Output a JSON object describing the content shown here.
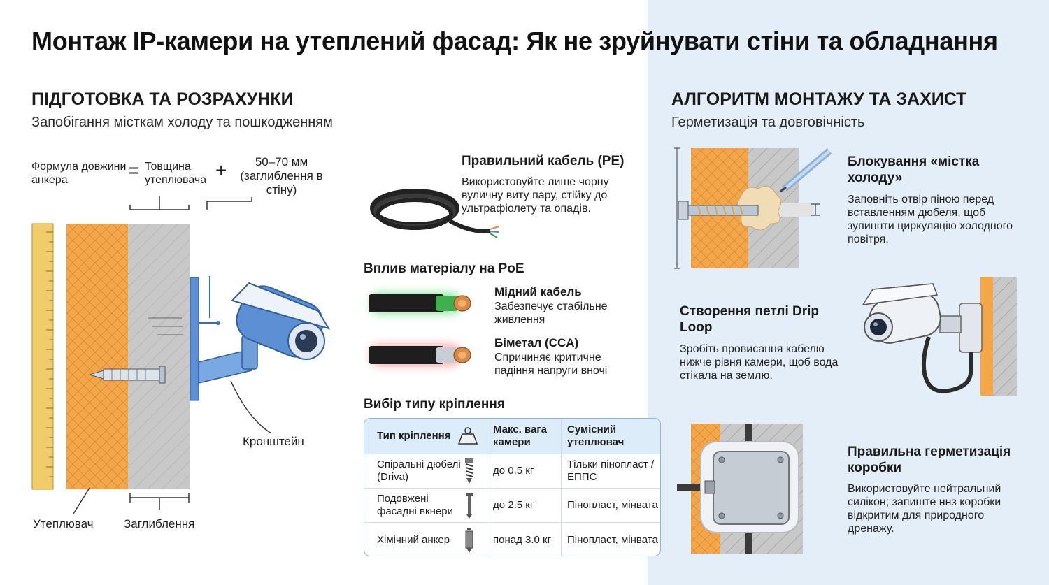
{
  "title": "Монтаж IP-камери на утеплений фасад: Як не зруйнувати стіни та обладнання",
  "left": {
    "heading": "ПІДГОТОВКА ТА РОЗРАХУНКИ",
    "subheading": "Запобігання місткам холоду та пошкодженням",
    "formula": {
      "left_label": "Формула довжини анкера",
      "equals": "=",
      "term1": "Товщина утеплювача",
      "plus": "+",
      "term2": "50–70 мм (заглиблення в стіну)"
    },
    "labels": {
      "insulation": "Утеплювач",
      "embedding": "Заглиблення",
      "bracket": "Кронштейн"
    }
  },
  "middle": {
    "cable": {
      "title": "Правильний кабель (PE)",
      "text": "Використовуйте лише чорну вуличну виту пару, стійку до ультрафіолету та опадів."
    },
    "poe": {
      "title": "Вплив матеріалу на PoE",
      "copper_title": "Мідний кабель",
      "copper_text": "Забезпечує стабільне живлення",
      "cca_title": "Біметал (CCA)",
      "cca_text": "Спричиняє критичне падіння напруги вночі"
    },
    "mount": {
      "title": "Вибір типу кріплення",
      "headers": [
        "Тип кріплення",
        "Макс. вага камери",
        "Сумісний утеплювач"
      ],
      "rows": [
        [
          "Спіральні дюбелі (Driva)",
          "до 0.5 кг",
          "Тільки пінопласт / ЕППС"
        ],
        [
          "Подовжені фасадні вкнери",
          "до 2.5 кг",
          "Пінопласт, мінвата"
        ],
        [
          "Хімічний анкер",
          "понад 3.0 кг",
          "Пінопласт, мінвата"
        ]
      ]
    }
  },
  "right": {
    "heading": "АЛГОРИТМ МОНТАЖУ ТА ЗАХИСТ",
    "subheading": "Герметизація та довговічність",
    "block1": {
      "title": "Блокування «містка холоду»",
      "text": "Заповніть отвір піною перед вставленням дюбеля, щоб зупиннти циркуляцію холодного повітря."
    },
    "block2": {
      "title": "Створення петлі Drip Loop",
      "text": "Зробіть провисання кабелю нижче рівня камери, щоб вода стікала на землю."
    },
    "block3": {
      "title": "Правильна герметизація коробки",
      "text": "Використовуйте нейтральний силікон; запиште ннз коробки відкритим для природного дренажу."
    }
  },
  "colors": {
    "insulation": "#f4a64a",
    "concrete": "#c8c8c8",
    "camera": "#5d8fd4",
    "right_panel": "#e4eef8",
    "table_header": "#dcecf8"
  }
}
